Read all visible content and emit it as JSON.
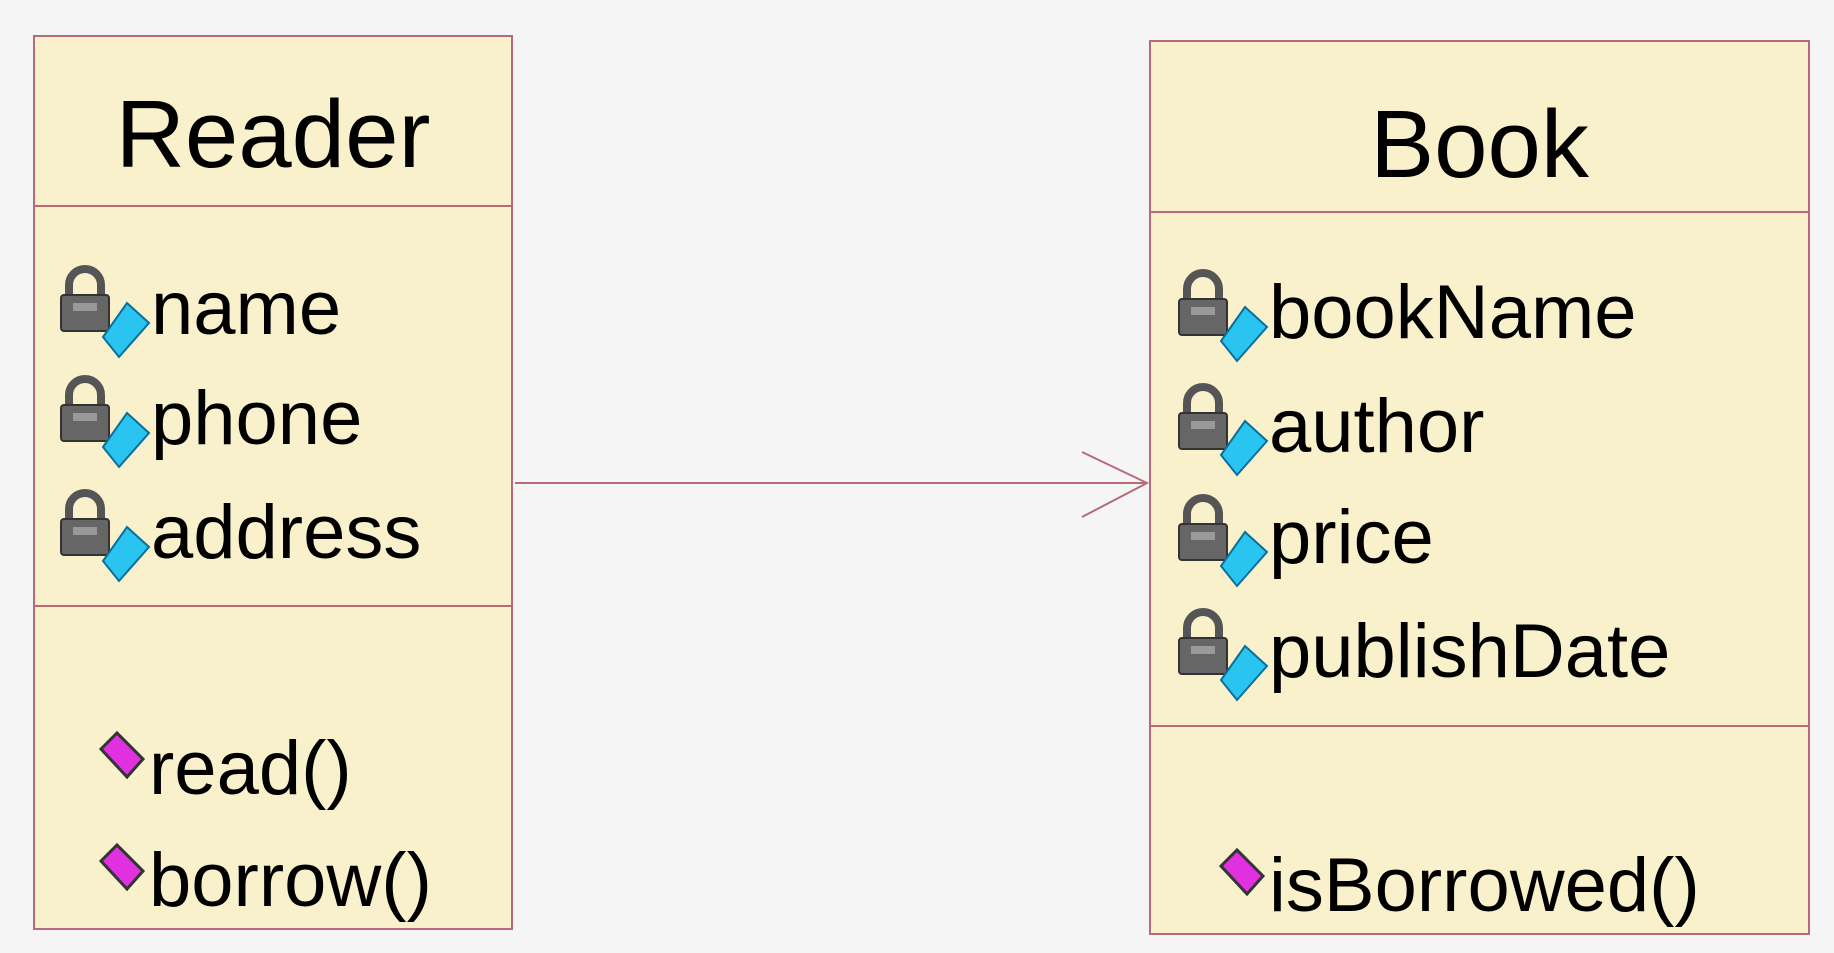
{
  "colors": {
    "class_fill": "#f8f1cc",
    "class_border": "#b86a7a",
    "association_line": "#b86a7a",
    "attribute_icon_lock": "#555555",
    "attribute_icon_diamond": "#2ac4f0",
    "operation_icon": "#e030e0",
    "background": "#f5f5f5"
  },
  "reader": {
    "name": "Reader",
    "attributes": [
      "name",
      "phone",
      "address"
    ],
    "operations": [
      "read()",
      "borrow()"
    ]
  },
  "book": {
    "name": "Book",
    "attributes": [
      "bookName",
      "author",
      "price",
      "publishDate"
    ],
    "operations": [
      "isBorrowed()"
    ]
  },
  "icons": {
    "attribute": "private-attribute-lock-icon",
    "operation": "public-operation-diamond-icon"
  }
}
